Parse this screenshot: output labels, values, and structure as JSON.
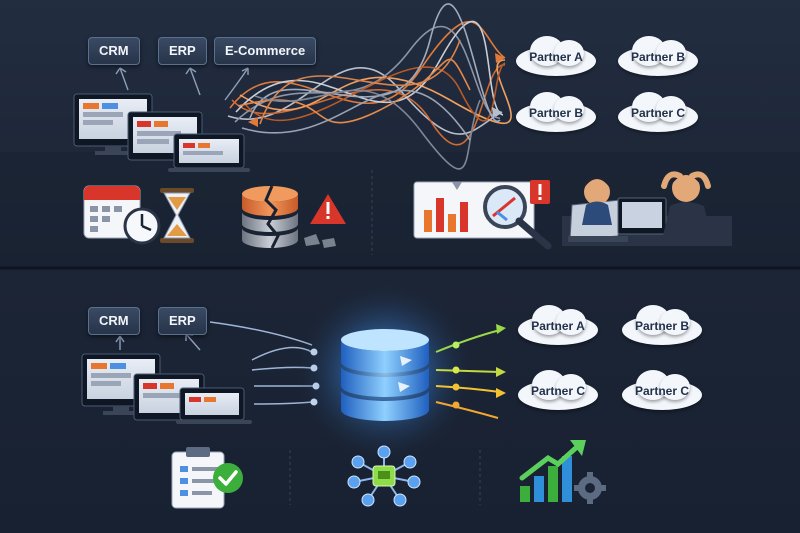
{
  "top_panel": {
    "systems": [
      "CRM",
      "ERP",
      "E-Commerce"
    ],
    "partners": [
      "Partner A",
      "Partner B",
      "Partner B",
      "Partner C"
    ]
  },
  "bottom_panel": {
    "systems": [
      "CRM",
      "ERP"
    ],
    "partners": [
      "Partner A",
      "Partner B",
      "Partner C",
      "Partner C"
    ]
  },
  "colors": {
    "background_top": "#1d2738",
    "background_bottom": "#1b2435",
    "tangle_orange": "#e07a3a",
    "tangle_gray": "#b8bfcc",
    "hub_blue": "#3f8fe6",
    "flow_green": "#9bd84a",
    "flow_yellow": "#f2c230",
    "alert_red": "#d8352b"
  },
  "icons": {
    "top": [
      "monitor-stack-icon",
      "calendar-clock-icon",
      "hourglass-icon",
      "broken-database-icon",
      "warning-icon",
      "chart-magnifier-icon",
      "stressed-workers-icon"
    ],
    "bottom": [
      "monitor-stack-icon",
      "central-database-icon",
      "checklist-icon",
      "network-hub-icon",
      "growth-chart-gear-icon"
    ]
  }
}
